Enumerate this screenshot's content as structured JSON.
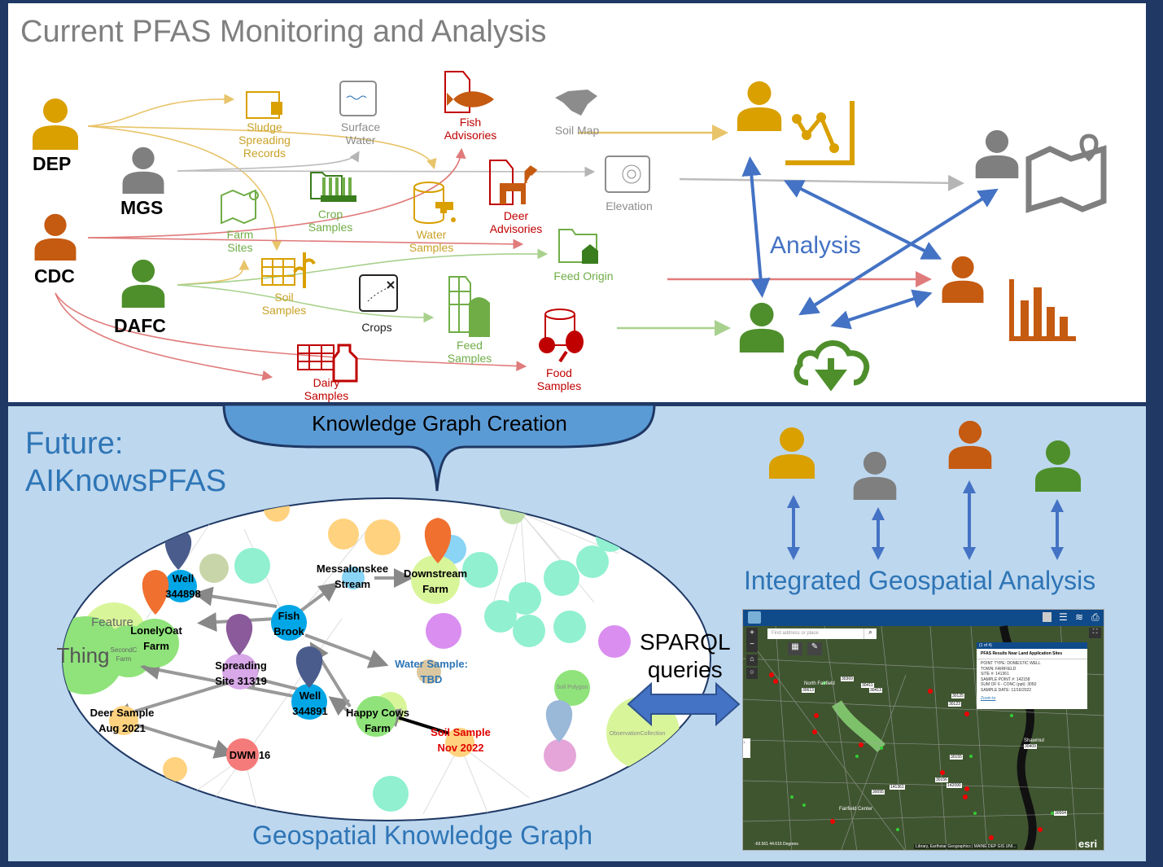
{
  "top": {
    "title": "Current PFAS Monitoring and Analysis",
    "agencies": [
      {
        "label": "DEP",
        "color": "#d9a000"
      },
      {
        "label": "MGS",
        "color": "#7f7f7f"
      },
      {
        "label": "CDC",
        "color": "#c55a11"
      },
      {
        "label": "DAFC",
        "color": "#4e8f2c"
      }
    ],
    "datasets": [
      {
        "label": "Sludge\nSpreading\nRecords",
        "icon": "sludge-box-icon",
        "color": "#c9a227"
      },
      {
        "label": "Surface\nWater",
        "icon": "water-scroll-icon",
        "color": "#8c8c8c"
      },
      {
        "label": "Fish\nAdvisories",
        "icon": "fish-document-icon",
        "color": "#c00000"
      },
      {
        "label": "Soil Map",
        "icon": "north-america-map-icon",
        "color": "#8c8c8c"
      },
      {
        "label": "Crop\nSamples",
        "icon": "crop-folder-icon",
        "color": "#70ad47"
      },
      {
        "label": "Farm\nSites",
        "icon": "map-pin-icon",
        "color": "#70ad47"
      },
      {
        "label": "Water\nSamples",
        "icon": "database-faucet-icon",
        "color": "#c9a227"
      },
      {
        "label": "Deer\nAdvisories",
        "icon": "deer-document-icon",
        "color": "#c00000"
      },
      {
        "label": "Elevation",
        "icon": "topo-scroll-icon",
        "color": "#8c8c8c"
      },
      {
        "label": "Feed Origin",
        "icon": "barn-folder-icon",
        "color": "#70ad47"
      },
      {
        "label": "Soil\nSamples",
        "icon": "soil-table-icon",
        "color": "#c9a227"
      },
      {
        "label": "Crops",
        "icon": "treasure-map-icon",
        "color": "#222222"
      },
      {
        "label": "Feed\nSamples",
        "icon": "silo-table-icon",
        "color": "#70ad47"
      },
      {
        "label": "Food\nSamples",
        "icon": "food-database-icon",
        "color": "#c00000"
      },
      {
        "label": "Dairy\nSamples",
        "icon": "milk-table-icon",
        "color": "#c00000"
      }
    ],
    "analysis_label": "Analysis"
  },
  "bottom": {
    "future_label": "Future:",
    "project_name": "AIKnowsPFAS",
    "kg_creation": "Knowledge Graph Creation",
    "kg_title": "Geospatial Knowledge Graph",
    "sparql": "SPARQL\nqueries",
    "integrated": "Integrated Geospatial Analysis",
    "graph_nodes": [
      "Well\n344898",
      "LonelyOat\nFarm",
      "Fish\nBrook",
      "Messalonskee\nStream",
      "Downstream\nFarm",
      "Spreading\nSite 31319",
      "Well\n344891",
      "Happy Cows\nFarm",
      "Water Sample:\nTBD",
      "Soil Sample\nNov 2022",
      "Deer Sample\nAug 2021",
      "DWM 16",
      "Feature",
      "Thing",
      "SecondC\nFarm",
      "ObservationCollection",
      "Soil Polygon"
    ],
    "map": {
      "search_placeholder": "Find address or place",
      "popup": {
        "pager": "(1 of 4)",
        "title": "PFAS Results Near Land Application Sites",
        "rows": [
          "POINT TYPE: DOMESTIC WELL",
          "TOWN: FAIRFIELD",
          "SITE #: 141361",
          "SAMPLE POINT #: 142158",
          "SUM OF 6 - CONC (ppt): 3050",
          "SAMPLE DATE: 11/16/2022"
        ],
        "zoom_link": "Zoom to"
      },
      "labels": [
        "30369",
        "30411",
        "30413",
        "30613",
        "30125",
        "30123",
        "30155",
        "30156",
        "142090",
        "141361",
        "30055",
        "30409",
        "30564",
        "North Fairfield",
        "Fairfield Center",
        "Shawmut"
      ],
      "coords": "-69.561 44.616 Degrees",
      "attribution": "Library, Earthstar Geographics | MAINE DEP GIS UNI...",
      "esri": "esri"
    }
  }
}
